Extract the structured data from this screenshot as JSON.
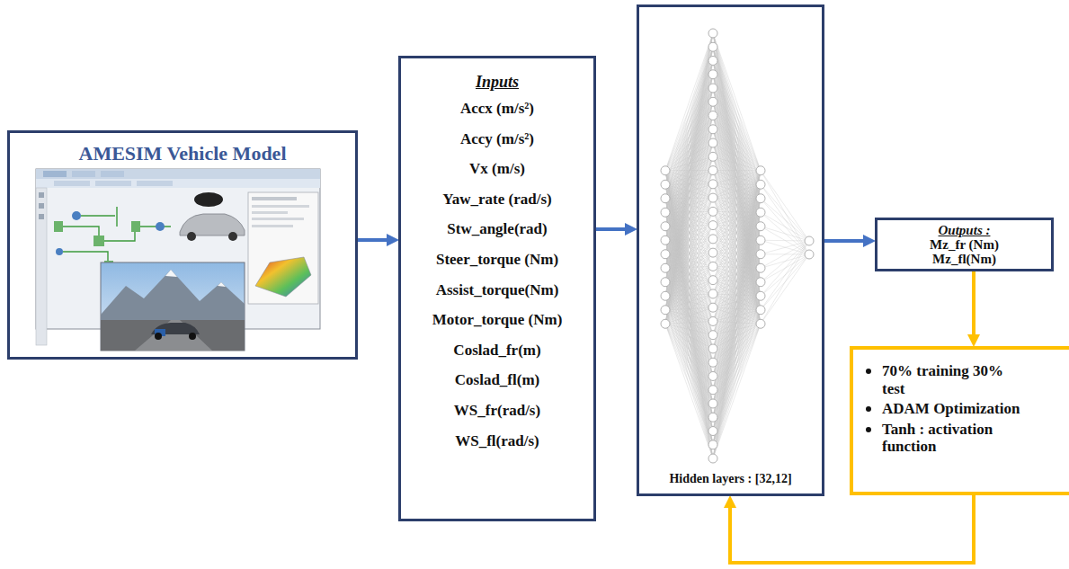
{
  "diagram": {
    "nodes": [
      {
        "text": [
          "AMESIM Vehicle Model"
        ]
      },
      {
        "text": [
          "Inputs",
          "Accx (m/s²)",
          "Accy (m/s²)",
          "Vx (m/s)",
          "Yaw_rate (rad/s)",
          "Stw_angle(rad)",
          "Steer_torque (Nm)",
          "Assist_torque(Nm)",
          "Motor_torque (Nm)",
          "Coslad_fr(m)",
          "Coslad_fl(m)",
          "WS_fr(rad/s)",
          "WS_fl(rad/s)"
        ]
      },
      {
        "text": [
          "Hidden layers : [32,12]"
        ]
      },
      {
        "text": [
          "Outputs :",
          "Mz_fr (Nm)",
          "Mz_fl(Nm)"
        ]
      },
      {
        "text": [
          "70% training 30% test",
          "ADAM Optimization",
          "Tanh : activation function"
        ]
      }
    ],
    "edges": [
      {
        "from": 0,
        "to": 1,
        "arrow": "to"
      },
      {
        "from": 1,
        "to": 2,
        "arrow": "to"
      },
      {
        "from": 2,
        "to": 3,
        "arrow": "to"
      },
      {
        "from": 3,
        "to": 4,
        "arrow": "to"
      },
      {
        "from": 4,
        "to": 2,
        "arrow": "to"
      }
    ]
  }
}
